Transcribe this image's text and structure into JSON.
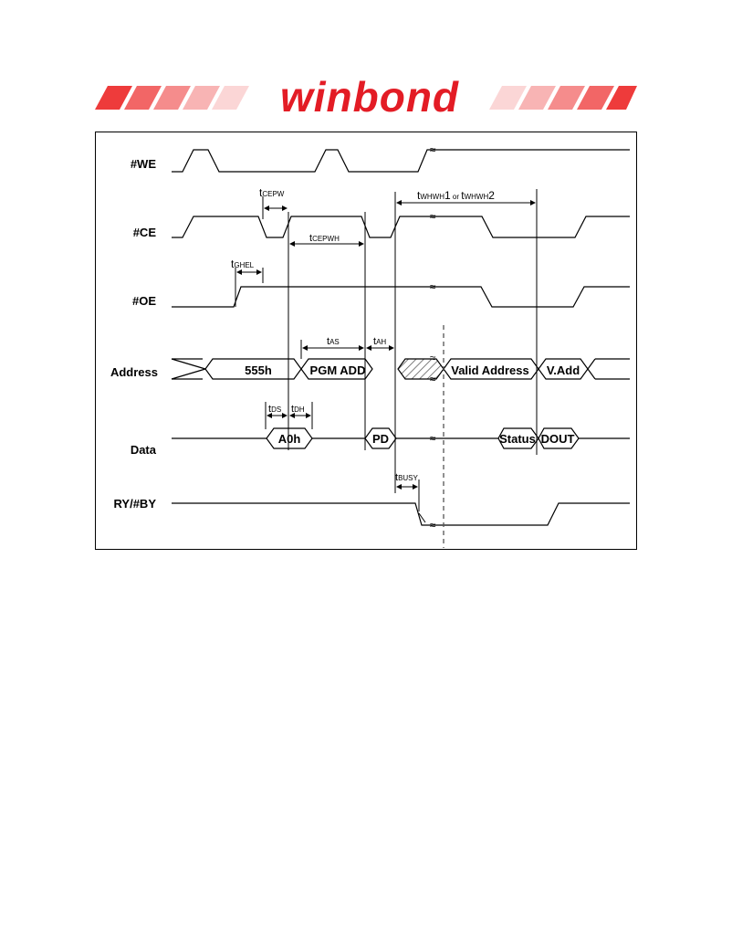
{
  "header": {
    "brand_name": "winbond",
    "brand_color": "#e31c25",
    "stripe_colors": [
      "#ee3b3b",
      "#f26666",
      "#f58c8c",
      "#f8b4b4",
      "#fbd6d6"
    ]
  },
  "signals": {
    "we": "#WE",
    "ce": "#CE",
    "oe": "#OE",
    "address": "Address",
    "data": "Data",
    "rybusy": "RY/#BY"
  },
  "address_values": {
    "a1": "555h",
    "a2": "PGM ADD",
    "a3": "Valid Address",
    "a4": "V.Add"
  },
  "data_values": {
    "d1": "A0h",
    "d2": "PD",
    "d3": "Status",
    "d4": "DOUT"
  },
  "timing": {
    "tcepw_t": "t",
    "tcepw_s": "CEPW",
    "tghel_t": "t",
    "tghel_s": "GHEL",
    "tcepwh_t": "t",
    "tcepwh_s": "CEPWH",
    "tas_t": "t",
    "tas_s": "AS",
    "tah_t": "t",
    "tah_s": "AH",
    "tds_t": "t",
    "tds_s": "DS",
    "tdh_t": "t",
    "tdh_s": "DH",
    "tbusy_t": "t",
    "tbusy_s": "BUSY",
    "twhwh_t1": "t",
    "twhwh_s1": "WHWH",
    "twhwh_n1": "1",
    "twhwh_or": " or ",
    "twhwh_t2": "t",
    "twhwh_s2": "WHWH",
    "twhwh_n2": "2"
  },
  "break_mark": "≈"
}
